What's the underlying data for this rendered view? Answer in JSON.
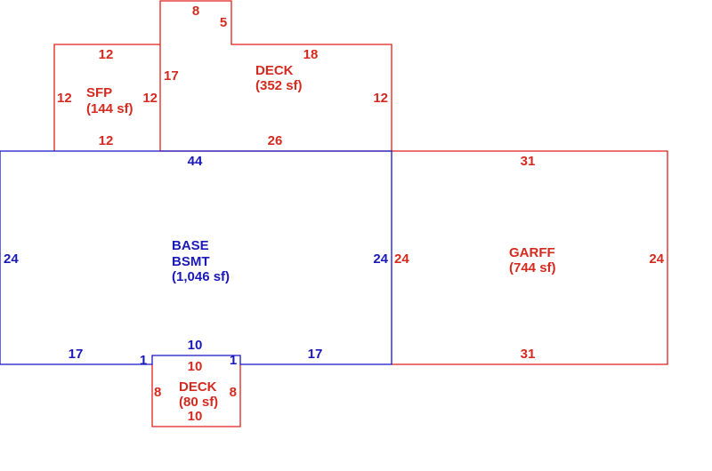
{
  "colors": {
    "addition": "#e0201a",
    "base": "#1515c8"
  },
  "areas": {
    "base": {
      "code": "BASE",
      "sub_code": "BSMT",
      "area": "(1,046 sf)"
    },
    "garage": {
      "code": "GARFF",
      "area": "(744 sf)"
    },
    "deck_top": {
      "code": "DECK",
      "area": "(352 sf)"
    },
    "sfp": {
      "code": "SFP",
      "area": "(144 sf)"
    },
    "deck_bottom": {
      "code": "DECK",
      "area": "(80 sf)"
    }
  },
  "dimensions": {
    "base": {
      "top": "44",
      "left": "24",
      "right": "24",
      "bottom_left": "17",
      "bottom_mid": "10",
      "bottom_right": "17",
      "jog_left": "1",
      "jog_right": "1"
    },
    "garage": {
      "top": "31",
      "bottom": "31",
      "left": "24",
      "right": "24"
    },
    "deck_top": {
      "notch_top": "8",
      "notch_side": "5",
      "top": "18",
      "left": "17",
      "right": "12",
      "bottom": "26"
    },
    "sfp": {
      "top": "12",
      "bottom": "12",
      "left": "12",
      "right": "12"
    },
    "deck_bottom": {
      "top": "10",
      "bottom": "10",
      "left": "8",
      "right": "8"
    }
  }
}
